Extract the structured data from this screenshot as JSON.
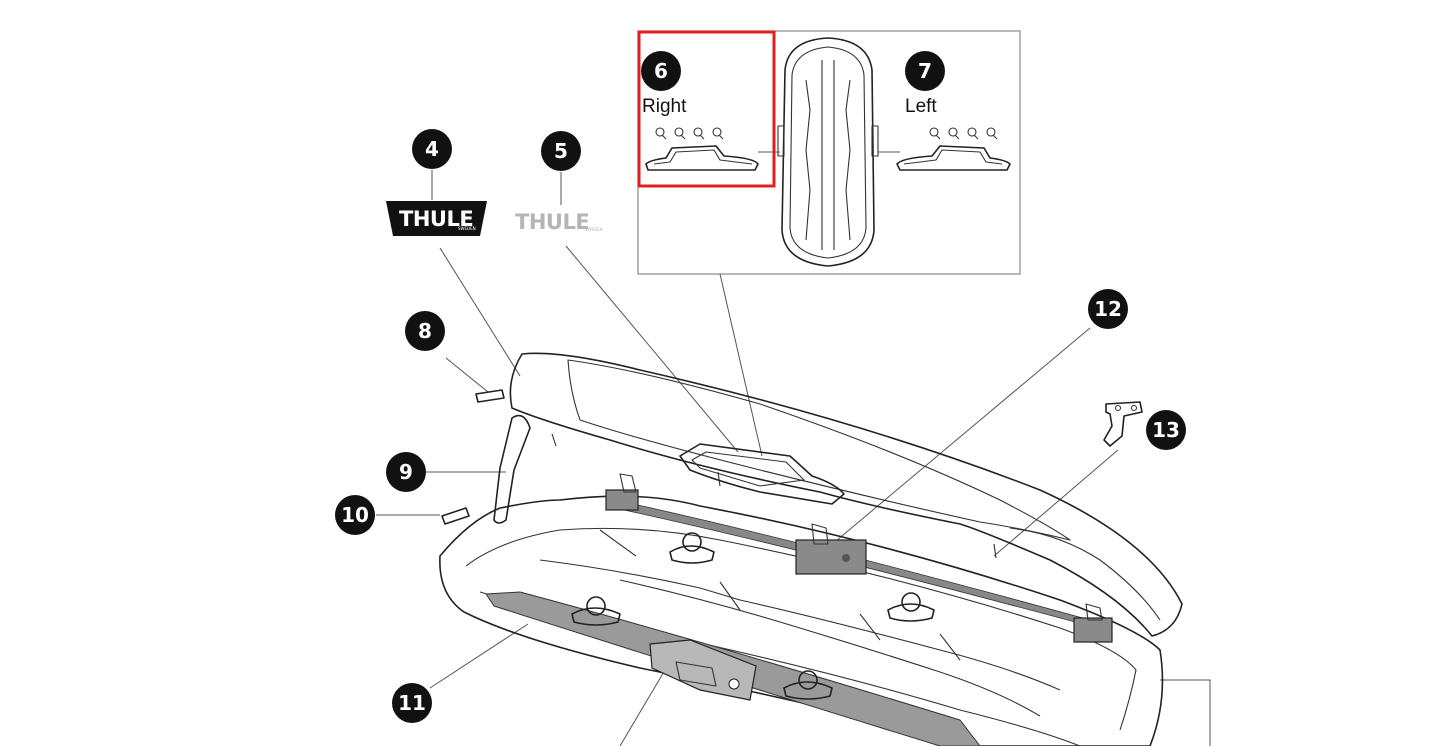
{
  "callouts": {
    "c4": "4",
    "c5": "5",
    "c6": "6",
    "c7": "7",
    "c8": "8",
    "c9": "9",
    "c10": "10",
    "c11": "11",
    "c12": "12",
    "c13": "13"
  },
  "labels": {
    "right": "Right",
    "left": "Left"
  },
  "logos": {
    "black_logo_text": "THULE",
    "grey_logo_text": "THULE",
    "logo_subtext": "SWEDEN"
  },
  "colors": {
    "callout_fill": "#111111",
    "highlight_box": "#e02020",
    "grey_logo": "#b5b5b5",
    "line": "#222222"
  }
}
